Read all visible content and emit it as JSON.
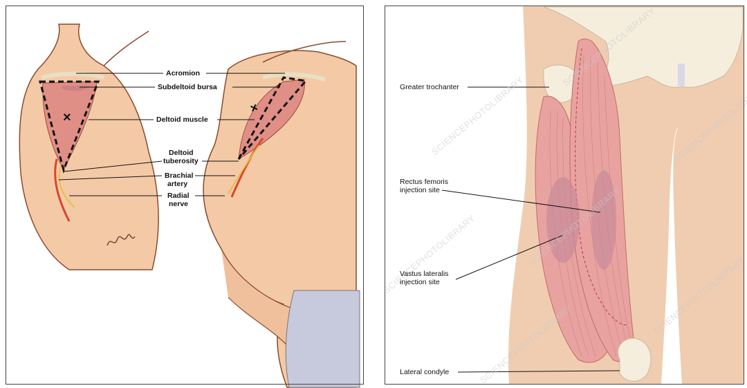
{
  "left_figure": {
    "labels": {
      "acromion": "Acromion",
      "subdeltoid_bursa": "Subdeltoid bursa",
      "deltoid_muscle": "Deltoid muscle",
      "deltoid_tuberosity_1": "Deltoid",
      "deltoid_tuberosity_2": "tuberosity",
      "brachial_artery_1": "Brachial",
      "brachial_artery_2": "artery",
      "radial_nerve_1": "Radial",
      "radial_nerve_2": "nerve"
    },
    "markers": {
      "left_x": "×",
      "right_x": "×"
    },
    "signature": "MW",
    "colors": {
      "skin": "#f4c9a6",
      "muscle": "#e08f86",
      "outline": "#8a4a2c",
      "dashed": "#111111",
      "artery": "#d8462c"
    }
  },
  "right_figure": {
    "labels": {
      "greater_trochanter": "Greater trochanter",
      "rectus_femoris_1": "Rectus femoris",
      "rectus_femoris_2": "injection site",
      "vastus_lateralis_1": "Vastus lateralis",
      "vastus_lateralis_2": "injection site",
      "lateral_condyle": "Lateral condyle"
    },
    "watermark": "SCIENCEPHOTOLIBRARY",
    "colors": {
      "skin": "#f0cdb0",
      "bone": "#f6eedd",
      "muscle": "#e8a3a0",
      "injection_site": "#c98a98"
    }
  }
}
